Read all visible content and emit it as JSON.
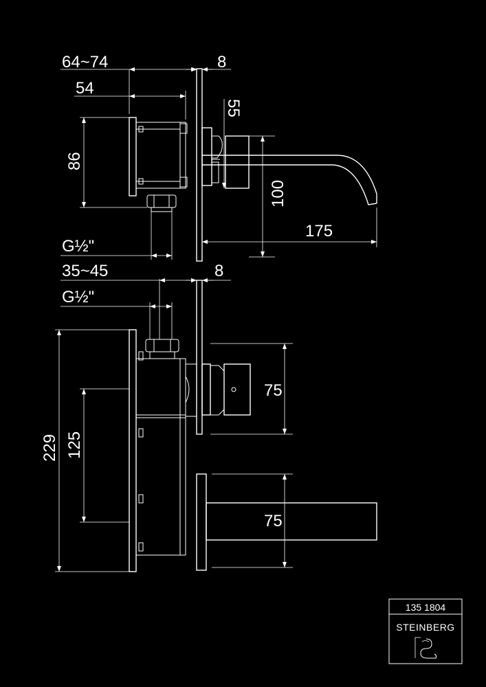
{
  "drawing": {
    "side_view": {
      "dim_depth_range": "64~74",
      "dim_plate_thickness": "8",
      "dim_body_depth": "54",
      "dim_spout_offset": "55",
      "dim_body_height": "86",
      "dim_spout_height": "100",
      "dim_spout_length": "175",
      "dim_connection": "G½\""
    },
    "front_view": {
      "dim_depth_range": "35~45",
      "dim_plate_thickness": "8",
      "dim_connection": "G½\"",
      "dim_total_height": "229",
      "dim_inner_height": "125",
      "dim_handle_plate": "75",
      "dim_spout_plate": "75"
    }
  },
  "title_block": {
    "code": "135 1804",
    "brand": "STEINBERG"
  },
  "colors": {
    "background": "#000000",
    "lines": "#ffffff"
  }
}
